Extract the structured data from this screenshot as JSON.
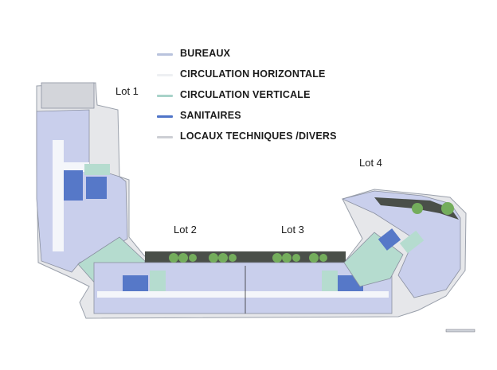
{
  "legend": {
    "items": [
      {
        "label": "BUREAUX",
        "color": "#b9c3dd"
      },
      {
        "label": "CIRCULATION HORIZONTALE",
        "color": "#eef0f3"
      },
      {
        "label": "CIRCULATION VERTICALE",
        "color": "#a8d3c9"
      },
      {
        "label": "SANITAIRES",
        "color": "#4f74c8"
      },
      {
        "label": "LOCAUX TECHNIQUES /DIVERS",
        "color": "#cdcfd4"
      }
    ]
  },
  "lots": [
    "Lot 1",
    "Lot 2",
    "Lot 3",
    "Lot 4"
  ],
  "colors": {
    "office": "#c9cfec",
    "corridor": "#f4f6fa",
    "vertical": "#b5dccf",
    "sanitary": "#5678c8",
    "technical": "#d3d5da",
    "terrace": "#e6e7ea",
    "planter": "#4a4f49",
    "tree": "#74ad5c",
    "outline": "#8a90a0"
  }
}
